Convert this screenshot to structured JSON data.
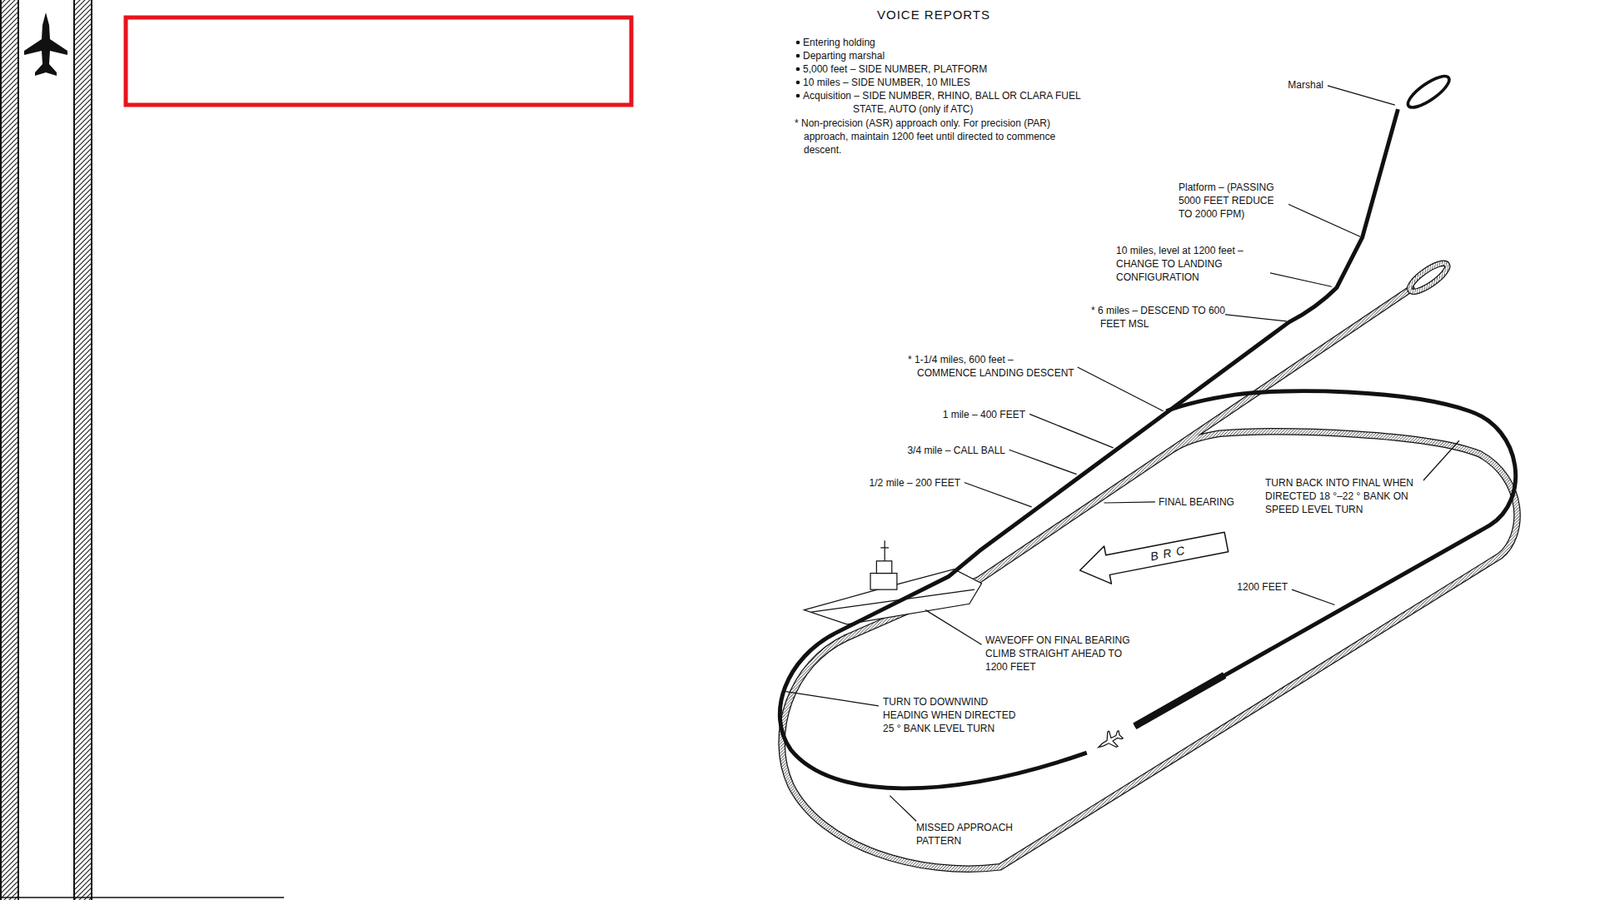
{
  "diagram": {
    "title": "VOICE REPORTS",
    "nodes": [
      {
        "text": [
          "B R C"
        ]
      }
    ],
    "labels": [
      "Entering holding",
      "Departing marshal",
      "5,000 feet – SIDE NUMBER, PLATFORM",
      "10 miles – SIDE NUMBER, 10 MILES",
      "Acquisition – SIDE NUMBER, RHINO, BALL OR CLARA FUEL STATE, AUTO (only if ATC)",
      "* Non-precision (ASR) approach only. For precision (PAR) approach, maintain 1200 feet until directed to commence descent.",
      "Marshal",
      "Platform – (PASSING 5000 FEET REDUCE TO 2000 FPM)",
      "10 miles, level at 1200 feet – CHANGE TO LANDING CONFIGURATION",
      "* 6 miles – DESCEND TO 600 FEET MSL",
      "* 1-1/4 miles, 600 feet – COMMENCE LANDING DESCENT",
      "1 mile – 400 FEET",
      "3/4 mile – CALL BALL",
      "1/2 mile – 200 FEET",
      "FINAL BEARING",
      "TURN BACK INTO FINAL WHEN DIRECTED 18 °–22 ° BANK ON SPEED LEVEL TURN",
      "1200 FEET",
      "WAVEOFF ON FINAL BEARING CLIMB STRAIGHT AHEAD TO 1200 FEET",
      "TURN TO DOWNWIND HEADING WHEN DIRECTED 25 ° BANK LEVEL TURN",
      "MISSED APPROACH PATTERN"
    ]
  }
}
